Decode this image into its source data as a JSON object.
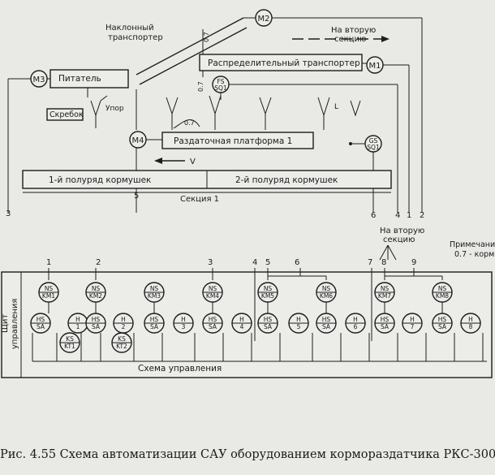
{
  "process": {
    "motors": {
      "m1": "M1",
      "m2": "M2",
      "m3": "M3",
      "m4": "M4"
    },
    "sensors": {
      "fs": [
        "FS",
        "SQ1"
      ],
      "gs": [
        "GS",
        "SQ1"
      ]
    },
    "labels": {
      "inclined": [
        "Наклонный",
        "транспортер"
      ],
      "second_section_top": [
        "На вторую",
        "секцию"
      ],
      "distributor": "Распределительный транспортер",
      "feeder": "Питатель",
      "scraper": "Скребок",
      "stop": "Упор",
      "platform": "Раздаточная платформа 1",
      "row1": "1-й полуряд кормушек",
      "row2": "2-й полуряд кормушек",
      "section": "Секция 1",
      "arrow_v": "V",
      "val_a": "0.7",
      "val_b": "0.7",
      "val_c": "0.7",
      "letter_l": "L"
    },
    "wire_numbers": {
      "w3": "3",
      "w5": "5",
      "w6": "6",
      "w4": "4",
      "w1": "1",
      "w2": "2"
    }
  },
  "panel": {
    "second_section": [
      "На вторую",
      "секцию"
    ],
    "note": [
      "Примечание",
      "0.7 - корм"
    ],
    "shield_label": [
      "Щит",
      "управления"
    ],
    "scheme": "Схема управления",
    "wire_numbers": [
      "1",
      "2",
      "3",
      "4",
      "5",
      "6",
      "7",
      "8",
      "9"
    ],
    "ns": [
      [
        "NS",
        "KM1"
      ],
      [
        "NS",
        "KM2"
      ],
      [
        "NS",
        "KM3"
      ],
      [
        "NS",
        "KM4"
      ],
      [
        "NS",
        "KM5"
      ],
      [
        "NS",
        "KM6"
      ],
      [
        "NS",
        "KM7"
      ],
      [
        "NS",
        "KM8"
      ]
    ],
    "hs": [
      "HS",
      "SA"
    ],
    "h": [
      [
        "H",
        "1"
      ],
      [
        "H",
        "2"
      ],
      [
        "H",
        "3"
      ],
      [
        "H",
        "4"
      ],
      [
        "H",
        "5"
      ],
      [
        "H",
        "6"
      ],
      [
        "H",
        "7"
      ],
      [
        "H",
        "8"
      ]
    ],
    "ks": [
      [
        "KS",
        "KT1"
      ],
      [
        "KS",
        "KT2"
      ]
    ]
  },
  "caption": "Рис. 4.55 Схема автоматизации САУ оборудованием кормораздатчика РКС-3000"
}
